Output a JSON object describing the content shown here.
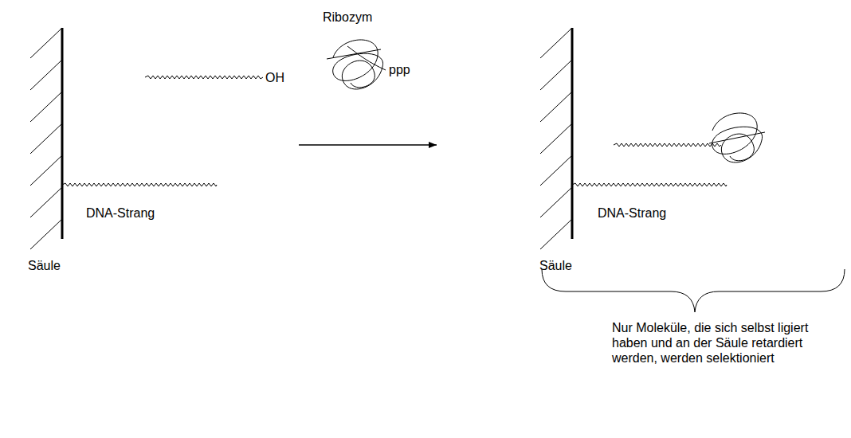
{
  "diagram": {
    "labels": [
      "Ribozym",
      "OH",
      "ppp",
      "DNA-Strang",
      "DNA-Strang",
      "Säule",
      "Säule",
      "Nur Moleküle, die sich selbst ligiert haben und an der Säule retardiert werden, werden selektioniert"
    ]
  }
}
